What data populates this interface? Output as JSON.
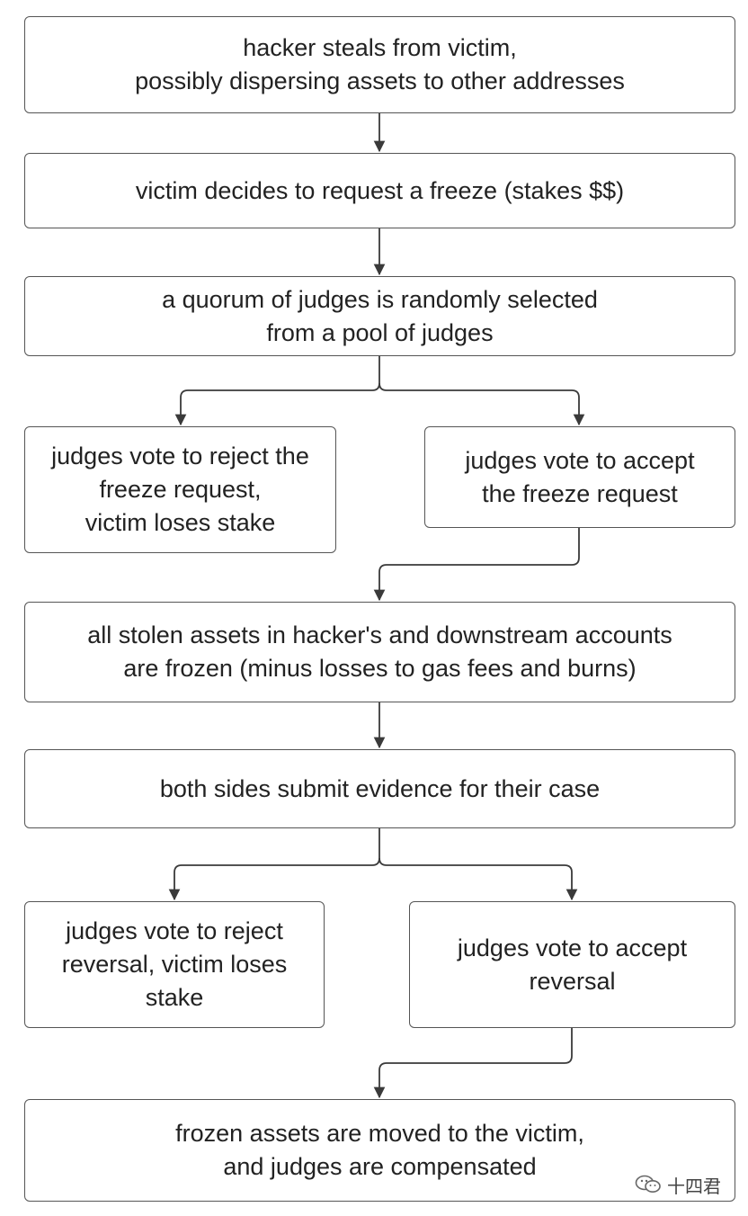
{
  "steps": {
    "theft": {
      "lines": [
        "hacker steals from victim,",
        "possibly dispersing assets to other addresses"
      ]
    },
    "request": {
      "lines": [
        "victim decides to request a freeze (stakes $$)"
      ]
    },
    "quorum": {
      "lines": [
        "a quorum of judges is randomly selected",
        "from a pool of judges"
      ]
    },
    "reject_freeze": {
      "lines": [
        "judges vote to reject the",
        "freeze request,",
        "victim loses stake"
      ]
    },
    "accept_freeze": {
      "lines": [
        "judges vote to accept",
        "the freeze request"
      ]
    },
    "frozen": {
      "lines": [
        "all stolen assets in hacker's and downstream accounts",
        "are frozen (minus losses to gas fees and burns)"
      ]
    },
    "evidence": {
      "lines": [
        "both sides submit evidence for their case"
      ]
    },
    "reject_reversal": {
      "lines": [
        "judges vote to reject",
        "reversal, victim loses",
        "stake"
      ]
    },
    "accept_reversal": {
      "lines": [
        "judges vote to accept",
        "reversal"
      ]
    },
    "compensated": {
      "lines": [
        "frozen assets are moved to the victim,",
        "and judges are compensated"
      ]
    }
  },
  "watermark": {
    "text": "十四君",
    "icon": "wechat-icon"
  },
  "colors": {
    "stroke": "#555555",
    "arrow": "#3a3a3a",
    "text": "#222222"
  }
}
